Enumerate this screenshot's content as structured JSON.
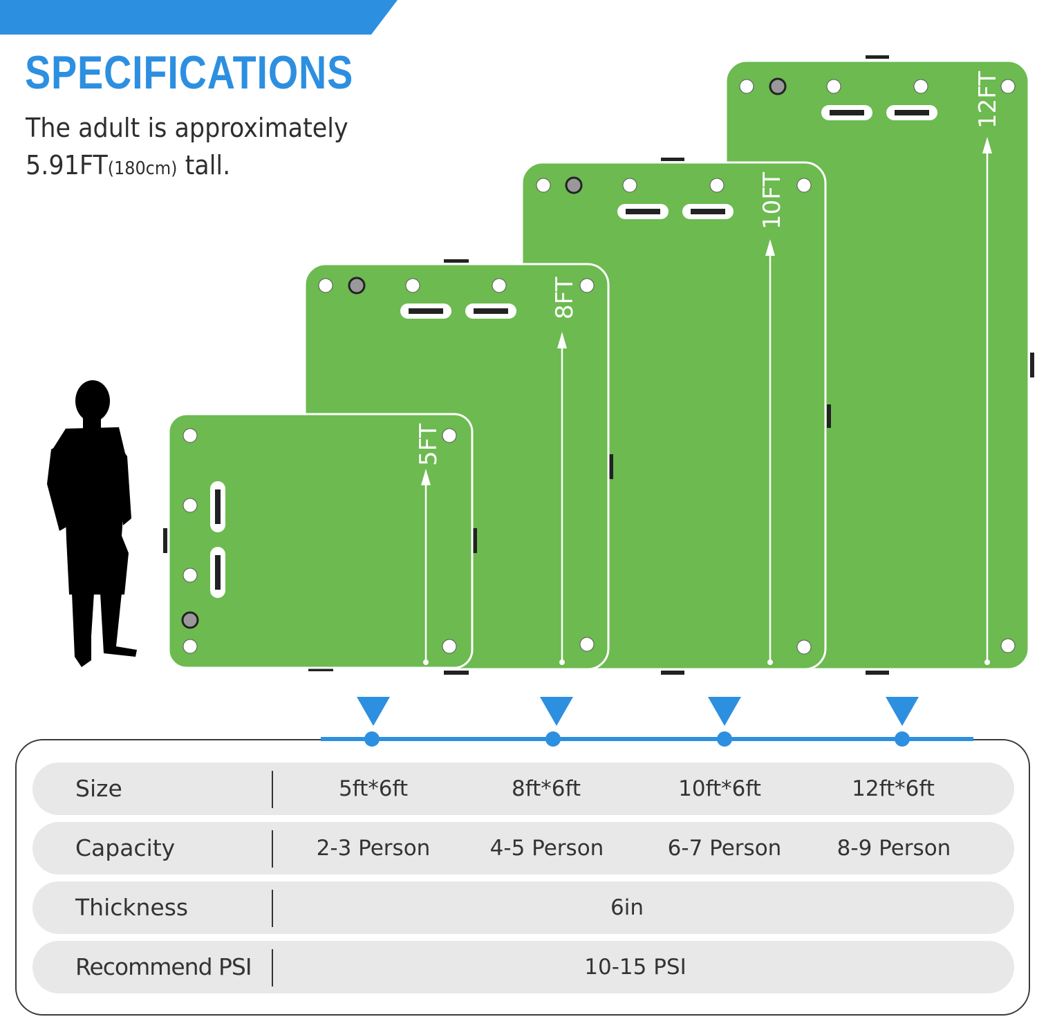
{
  "header": {
    "title": "SPECIFICATIONS",
    "subtitle_line1": "The adult is approximately",
    "subtitle_line2_main": "5.91FT",
    "subtitle_line2_small": "(180cm)",
    "subtitle_line2_end": " tall."
  },
  "colors": {
    "accent_blue": "#2d8fe0",
    "mat_green": "#6cba50",
    "row_gray": "#e8e8e8",
    "silhouette": "#000000"
  },
  "icons": [
    "person-silhouette-icon",
    "down-triangle-icon",
    "timeline-dot-icon",
    "d-ring-icon",
    "valve-icon",
    "handle-icon",
    "arrow-up-icon"
  ],
  "mats": [
    {
      "label": "5FT"
    },
    {
      "label": "8FT"
    },
    {
      "label": "10FT"
    },
    {
      "label": "12FT"
    }
  ],
  "specs": {
    "size": {
      "label": "Size",
      "values": [
        "5ft*6ft",
        "8ft*6ft",
        "10ft*6ft",
        "12ft*6ft"
      ]
    },
    "capacity": {
      "label": "Capacity",
      "values": [
        "2-3 Person",
        "4-5 Person",
        "6-7 Person",
        "8-9 Person"
      ]
    },
    "thickness": {
      "label": "Thickness",
      "value": "6in"
    },
    "psi": {
      "label": "Recommend PSI",
      "value": "10-15 PSI"
    }
  }
}
